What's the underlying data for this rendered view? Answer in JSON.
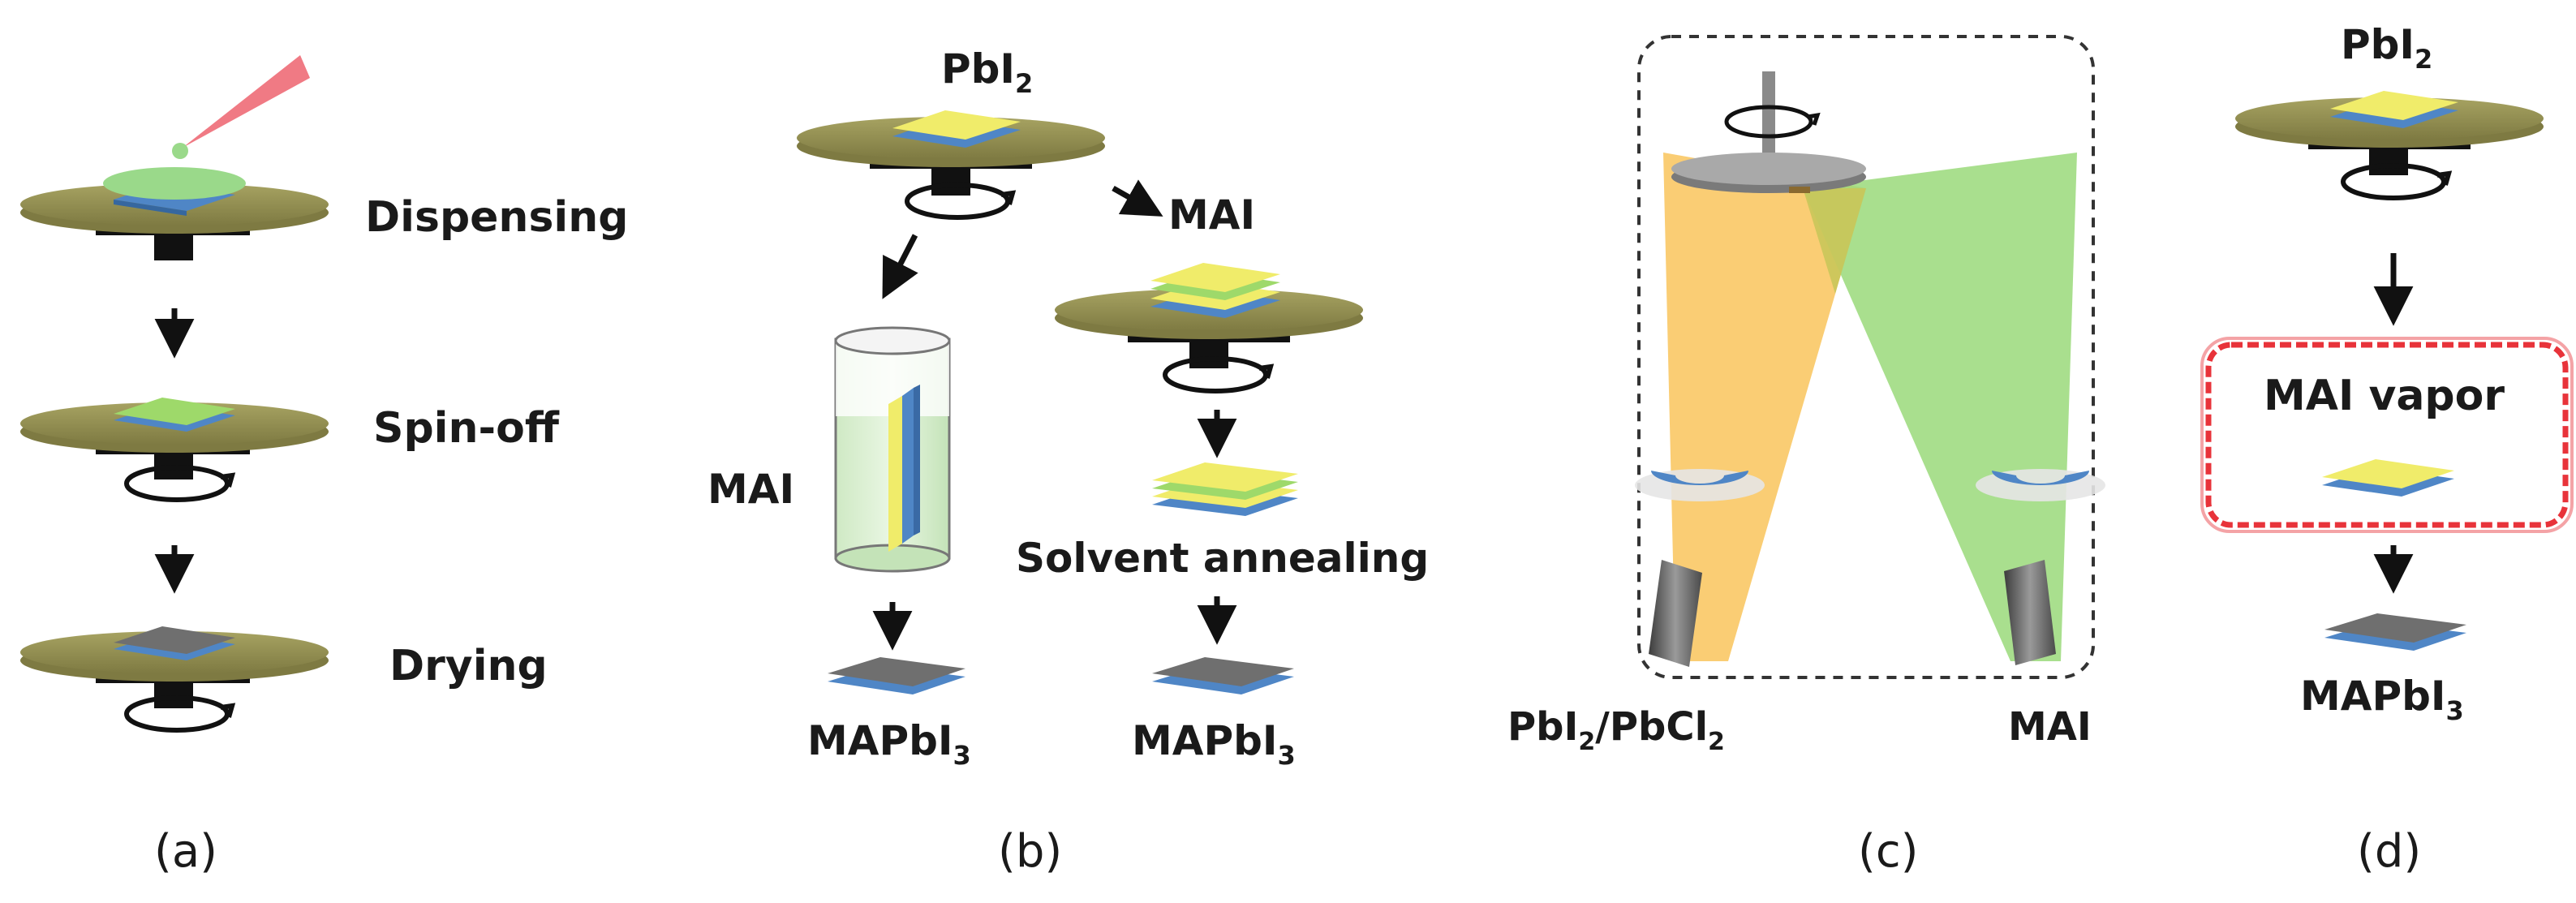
{
  "figure": {
    "panel_a": {
      "label": "(a)",
      "steps": {
        "dispensing": "Dispensing",
        "spin_off": "Spin-off",
        "drying": "Drying"
      }
    },
    "panel_b": {
      "label": "(b)",
      "pbi2": "PbI",
      "pbi2_sub": "2",
      "mai_top": "MAI",
      "mai_beaker": "MAI",
      "solvent_annealing": "Solvent annealing",
      "product_left": "MAPbI",
      "product_left_sub": "3",
      "product_right": "MAPbI",
      "product_right_sub": "3"
    },
    "panel_c": {
      "label": "(c)",
      "source_left": "PbI",
      "source_left_sub1": "2",
      "source_left_mid": "/PbCl",
      "source_left_sub2": "2",
      "source_right": "MAI"
    },
    "panel_d": {
      "label": "(d)",
      "pbi2": "PbI",
      "pbi2_sub": "2",
      "mai_vapor": "MAI vapor",
      "product": "MAPbI",
      "product_sub": "3"
    }
  },
  "colors": {
    "spin_plate": "#8f8b4e",
    "chuck": "#111111",
    "substrate_blue": "#4f86c6",
    "film_yellow": "#f0ec6a",
    "film_green": "#9ed96a",
    "film_gray": "#6f6f6f",
    "pipette_red": "#f07a84",
    "drop_green": "#9ad98a",
    "beam_orange": "#f9c45c",
    "beam_green": "#9ad97a",
    "vapor_box": "#e8333a"
  }
}
